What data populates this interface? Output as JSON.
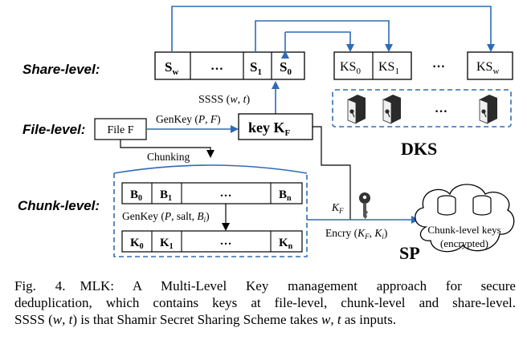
{
  "levels": {
    "share": "Share-level:",
    "file": "File-level:",
    "chunk": "Chunk-level:"
  },
  "share_row": {
    "sw": "S",
    "sw_sub": "w",
    "dots": "…",
    "s1": "S",
    "s1_sub": "1",
    "s0": "S",
    "s0_sub": "0"
  },
  "ks_row": {
    "ks0": "KS",
    "ks0_sub": "0",
    "ks1": "KS",
    "ks1_sub": "1",
    "dots": "…",
    "ksw": "KS",
    "ksw_sub": "w"
  },
  "sssss_label": {
    "prefix": "SSSS (",
    "w": "w",
    "sep": ", ",
    "t": "t",
    "suffix": ")"
  },
  "file_box": "File F",
  "genkey_file": {
    "prefix": "GenKey (",
    "p": "P",
    "sep": ",  ",
    "f": "F",
    "suffix": ")"
  },
  "key_box": {
    "text": "key K",
    "sub": "F"
  },
  "dks_label": "DKS",
  "chunking_label": "Chunking",
  "chunk_row": {
    "b0": "B",
    "b0_sub": "0",
    "b1": "B",
    "b1_sub": "1",
    "dots": "…",
    "bn": "B",
    "bn_sub": "n"
  },
  "genkey_chunk": {
    "prefix": "GenKey (",
    "p": "P",
    "mid": ", salt, ",
    "b": "B",
    "b_sub": "i",
    "suffix": ")"
  },
  "key_row": {
    "k0": "K",
    "k0_sub": "0",
    "k1": "K",
    "k1_sub": "1",
    "dots": "…",
    "kn": "K",
    "kn_sub": "n"
  },
  "kf_label": {
    "k": "K",
    "sub": "F"
  },
  "encry_label": {
    "prefix": "Encry (",
    "kf": "K",
    "kf_sub": "F",
    "sep": ", ",
    "ki": "K",
    "ki_sub": "i",
    "suffix": ")"
  },
  "cloud_label_1": "Chunk-level keys",
  "cloud_label_2": "(encrypted)",
  "sp_label": "SP",
  "caption": {
    "fig": "Fig. 4.",
    "line1": "MLK: A Multi-Level Key management approach for secure",
    "line2": "deduplication, which contains keys at file-level, chunk-level and share-level.",
    "line3_a": "SSSS (",
    "line3_w": "w",
    "line3_b": ", ",
    "line3_t": "t",
    "line3_c": ") is that Shamir Secret Sharing Scheme takes ",
    "line3_w2": "w",
    "line3_d": ", ",
    "line3_t2": "t",
    "line3_e": " as inputs."
  },
  "colors": {
    "arrow_blue": "#2f6bb5",
    "black": "#000000",
    "server_dark": "#2a2a2a",
    "server_light": "#f0f0f0"
  },
  "icons": [
    "server-icon",
    "key-icon",
    "database-icon",
    "cloud-icon"
  ]
}
